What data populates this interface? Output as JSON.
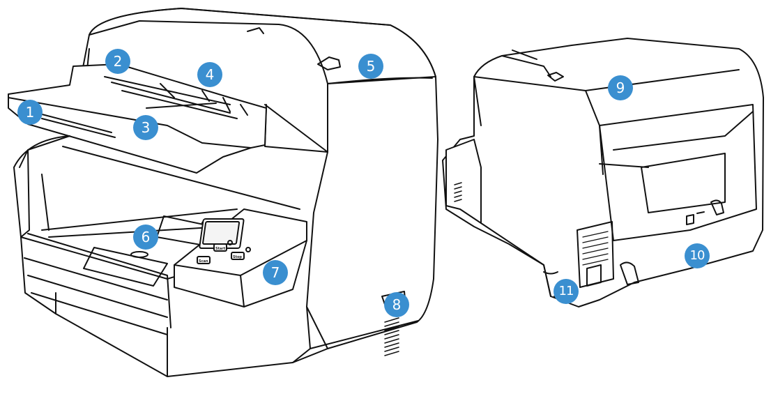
{
  "front_view": {
    "callouts": [
      {
        "label": "1"
      },
      {
        "label": "2"
      },
      {
        "label": "3"
      },
      {
        "label": "4"
      },
      {
        "label": "5"
      },
      {
        "label": "6"
      },
      {
        "label": "7"
      },
      {
        "label": "8"
      }
    ],
    "panel_buttons": [
      "Scan",
      "Stop",
      "Start"
    ]
  },
  "rear_view": {
    "callouts": [
      {
        "label": "9"
      },
      {
        "label": "10"
      },
      {
        "label": "11"
      }
    ]
  },
  "colors": {
    "callout": "#3a8fd0",
    "outline": "#111111",
    "body": "#ffffff",
    "shade": "#f1f1f1"
  }
}
